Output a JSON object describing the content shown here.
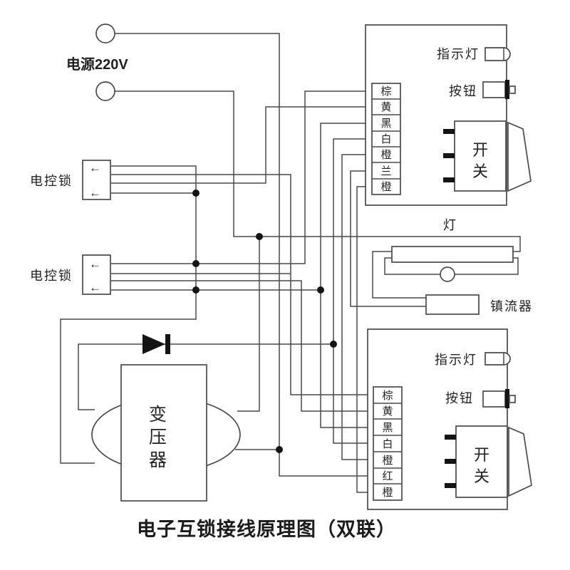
{
  "diagram_title": "电子互锁接线原理图（双联）",
  "power": {
    "label": "电源220V"
  },
  "locks": {
    "label1": "电控锁",
    "label2": "电控锁",
    "arrow": "←"
  },
  "transformer": {
    "chars": [
      "变",
      "压",
      "器"
    ]
  },
  "lamp": {
    "label": "灯",
    "ballast": "镇流器"
  },
  "panels": [
    {
      "indicator": "指示灯",
      "button": "按钮",
      "switch": [
        "开",
        "关"
      ],
      "terminals": [
        "棕",
        "黄",
        "黑",
        "白",
        "橙",
        "兰",
        "橙"
      ]
    },
    {
      "indicator": "指示灯",
      "button": "按钮",
      "switch": [
        "开",
        "关"
      ],
      "terminals": [
        "棕",
        "黄",
        "黑",
        "白",
        "橙",
        "红",
        "橙"
      ]
    }
  ],
  "colors": {
    "line": "#4a4a4a",
    "ink": "#1c1c1c",
    "bg": "#ffffff"
  }
}
